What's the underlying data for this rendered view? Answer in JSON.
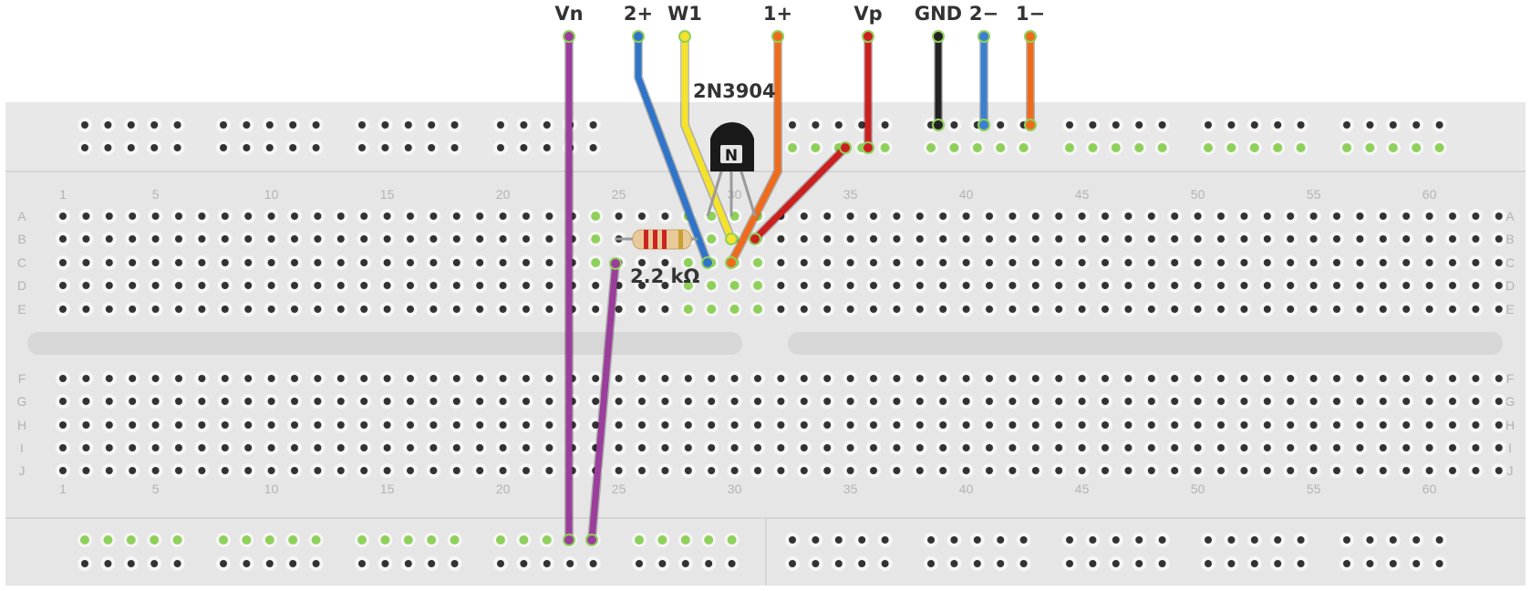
{
  "wire_labels": [
    {
      "id": "vn",
      "text": "Vn",
      "color": "#9b3d9b"
    },
    {
      "id": "p2",
      "text": "2+",
      "color": "#2f74c8"
    },
    {
      "id": "w1",
      "text": "W1",
      "color": "#f5e22b"
    },
    {
      "id": "p1",
      "text": "1+",
      "color": "#ee6b1c"
    },
    {
      "id": "vp",
      "text": "Vp",
      "color": "#cc1f1f"
    },
    {
      "id": "gnd",
      "text": "GND",
      "color": "#222222"
    },
    {
      "id": "m2",
      "text": "2−",
      "color": "#3a7fd0"
    },
    {
      "id": "m1",
      "text": "1−",
      "color": "#ee6b1c"
    }
  ],
  "transistor": {
    "label": "2N3904",
    "body_text": "N",
    "color": "#1a1a1a"
  },
  "resistor": {
    "label": "2.2 kΩ"
  },
  "column_numbers": [
    "1",
    "5",
    "10",
    "15",
    "20",
    "25",
    "30",
    "35",
    "40",
    "45",
    "50",
    "55",
    "60"
  ],
  "row_letters_top": [
    "A",
    "B",
    "C",
    "D",
    "E"
  ],
  "row_letters_bottom": [
    "F",
    "G",
    "H",
    "I",
    "J"
  ],
  "colors": {
    "board": "#e6e6e6",
    "hole": "#333333",
    "connected": "#8fd05a",
    "label": "#b3b3b3"
  }
}
